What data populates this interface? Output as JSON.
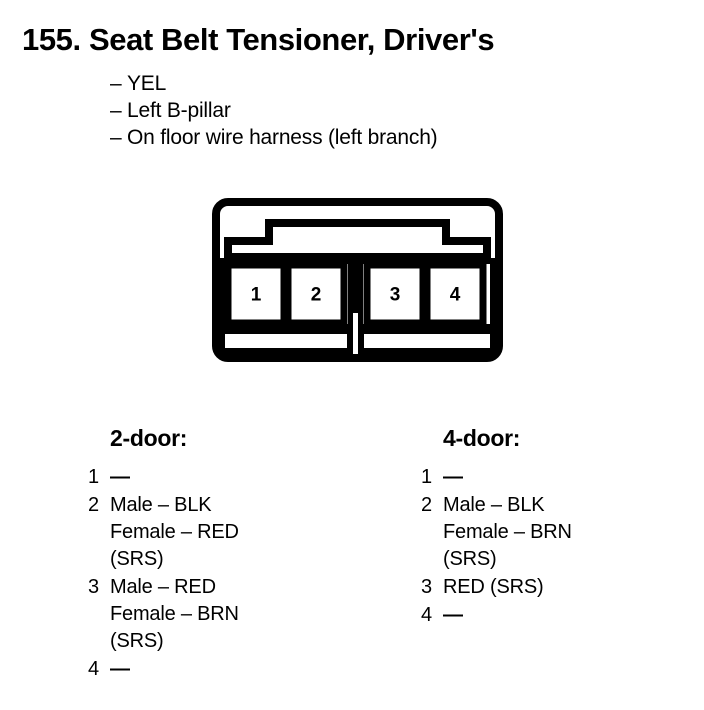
{
  "header": {
    "title": "155. Seat Belt Tensioner, Driver's",
    "bullets": [
      "YEL",
      "Left B-pillar",
      "On floor wire harness (left branch)"
    ],
    "bullet_marker": "–"
  },
  "connector": {
    "name": "4-cavity-connector",
    "pin_count": 4,
    "pins": [
      {
        "number": "1"
      },
      {
        "number": "2"
      },
      {
        "number": "3"
      },
      {
        "number": "4"
      }
    ],
    "stroke_color": "#000000",
    "fill_color": "#ffffff"
  },
  "pin_tables": [
    {
      "id": "2door",
      "heading": "2-door:",
      "rows": [
        {
          "number": "1",
          "lines": [],
          "empty": true,
          "empty_mark": "—"
        },
        {
          "number": "2",
          "lines": [
            "Male – BLK",
            "Female – RED",
            "(SRS)"
          ],
          "empty": false
        },
        {
          "number": "3",
          "lines": [
            "Male – RED",
            "Female – BRN",
            "(SRS)"
          ],
          "empty": false
        },
        {
          "number": "4",
          "lines": [],
          "empty": true,
          "empty_mark": "—"
        }
      ]
    },
    {
      "id": "4door",
      "heading": "4-door:",
      "rows": [
        {
          "number": "1",
          "lines": [],
          "empty": true,
          "empty_mark": "—"
        },
        {
          "number": "2",
          "lines": [
            "Male – BLK",
            "Female – BRN",
            "(SRS)"
          ],
          "empty": false
        },
        {
          "number": "3",
          "lines": [
            "RED (SRS)"
          ],
          "empty": false
        },
        {
          "number": "4",
          "lines": [],
          "empty": true,
          "empty_mark": "—"
        }
      ]
    }
  ]
}
